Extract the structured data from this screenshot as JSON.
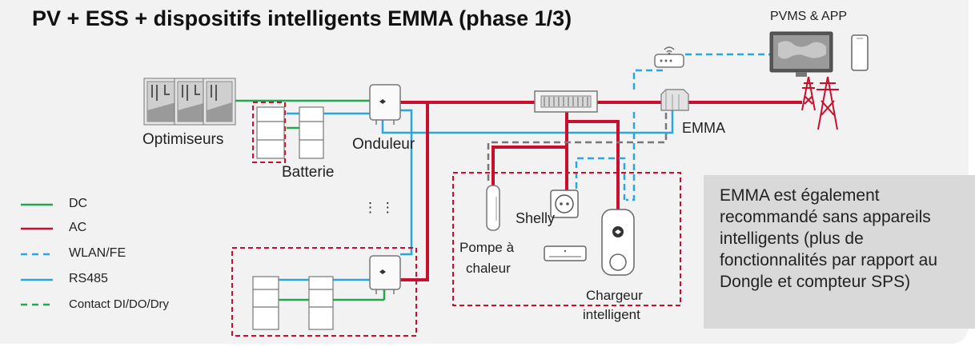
{
  "title": "PV + ESS + dispositifs intelligents EMMA (phase 1/3)",
  "labels": {
    "pvms": "PVMS & APP",
    "optimiseurs": "Optimiseurs",
    "onduleur": "Onduleur",
    "batterie": "Batterie",
    "emma": "EMMA",
    "shelly": "Shelly",
    "pompe_line1": "Pompe à",
    "pompe_line2": "chaleur",
    "chargeur_line1": "Chargeur",
    "chargeur_line2": "intelligent",
    "ellipsis": "⋮ ⋮"
  },
  "legend": [
    {
      "label": "DC",
      "color": "#22a84a",
      "style": "solid"
    },
    {
      "label": "AC",
      "color": "#c8102e",
      "style": "solid"
    },
    {
      "label": "WLAN/FE",
      "color": "#2aa6e0",
      "style": "dashed"
    },
    {
      "label": "RS485",
      "color": "#2aa6e0",
      "style": "solid"
    },
    {
      "label": "Contact DI/DO/Dry",
      "color": "#22a84a",
      "style": "dashed"
    }
  ],
  "note": "EMMA est également recommandé sans appareils intelligents (plus de fonctionnalités par rapport au Dongle et compteur SPS)",
  "colors": {
    "dc": "#22a84a",
    "ac": "#c8102e",
    "comm": "#2aa6e0",
    "dashed_gray": "#777777",
    "group_box": "#c8102e"
  }
}
